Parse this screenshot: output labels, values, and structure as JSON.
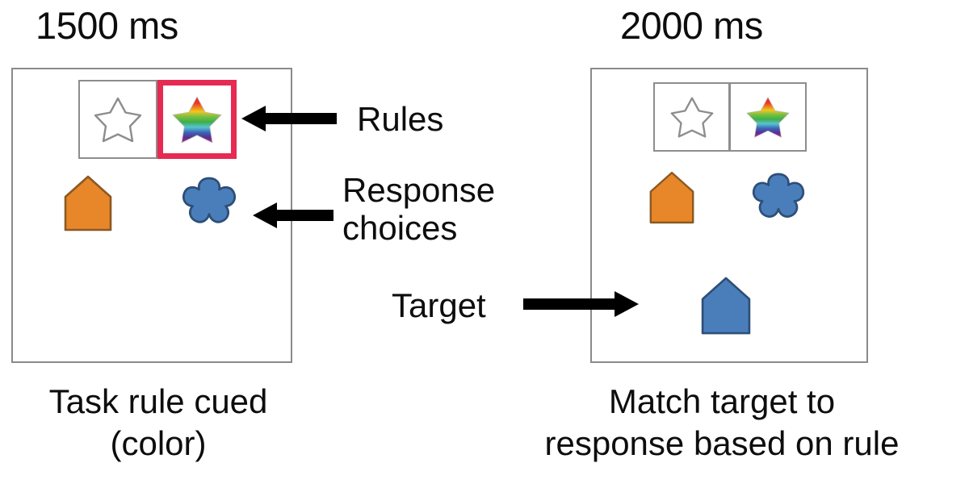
{
  "figure": {
    "type": "task-schematic",
    "background": "#ffffff"
  },
  "colors": {
    "panel_border": "#8a8a8a",
    "rule_cell_border": "#8d8d8d",
    "highlight": "#e62a52",
    "orange_fill": "#E8862A",
    "orange_stroke": "#8a5a22",
    "blue_fill": "#4A7EBB",
    "blue_stroke": "#2d4f78",
    "star_outline": "#8d8d8d",
    "arrow": "#000000",
    "text": "#0d0d0d",
    "rainbow": [
      "#E8332A",
      "#F07A1E",
      "#F2C71C",
      "#79C043",
      "#3FAE49",
      "#56C5D0",
      "#3A63B8",
      "#5B2D90",
      "#C2248E"
    ]
  },
  "panels": [
    {
      "id": "left",
      "duration": "1500 ms",
      "caption_line1": "Task rule cued",
      "caption_line2": "(color)",
      "rules": [
        {
          "name": "shape-rule",
          "icon": "outline-star-icon",
          "selected": false
        },
        {
          "name": "color-rule",
          "icon": "rainbow-star-icon",
          "selected": true
        }
      ],
      "response_choices": [
        {
          "name": "orange-pentagon",
          "icon": "pentagon-icon",
          "color": "#E8862A"
        },
        {
          "name": "blue-flower",
          "icon": "flower-icon",
          "color": "#4A7EBB"
        }
      ],
      "target": null
    },
    {
      "id": "right",
      "duration": "2000 ms",
      "caption_line1": "Match target to",
      "caption_line2": "response based on rule",
      "rules": [
        {
          "name": "shape-rule",
          "icon": "outline-star-icon",
          "selected": false
        },
        {
          "name": "color-rule",
          "icon": "rainbow-star-icon",
          "selected": false
        }
      ],
      "response_choices": [
        {
          "name": "orange-pentagon",
          "icon": "pentagon-icon",
          "color": "#E8862A"
        },
        {
          "name": "blue-flower",
          "icon": "flower-icon",
          "color": "#4A7EBB"
        }
      ],
      "target": {
        "name": "blue-pentagon",
        "icon": "pentagon-icon",
        "color": "#4A7EBB"
      }
    }
  ],
  "annotations": [
    {
      "id": "rules",
      "label": "Rules",
      "label_line2": "",
      "arrow": "arrow-left-icon"
    },
    {
      "id": "response",
      "label": "Response",
      "label_line2": "choices",
      "arrow": "arrow-left-icon"
    },
    {
      "id": "target",
      "label": "Target",
      "label_line2": "",
      "arrow": "arrow-right-icon"
    }
  ]
}
